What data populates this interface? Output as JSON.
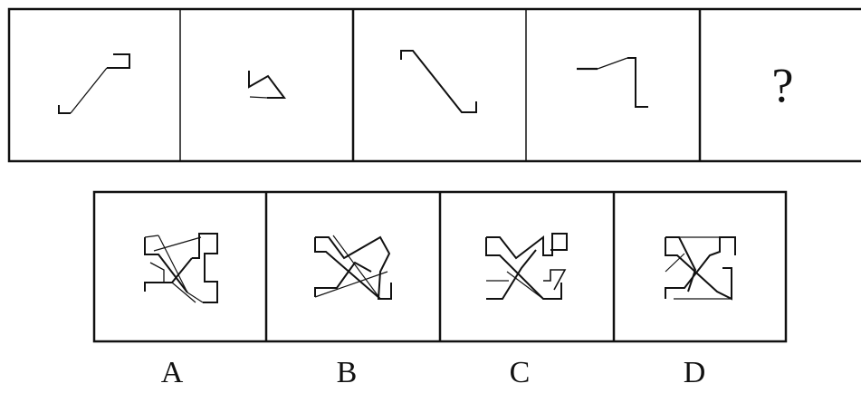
{
  "question_row": {
    "panels": [
      "figure-1",
      "figure-2",
      "figure-3",
      "figure-4"
    ],
    "unknown_symbol": "?"
  },
  "options": [
    {
      "label": "A"
    },
    {
      "label": "B"
    },
    {
      "label": "C"
    },
    {
      "label": "D"
    }
  ],
  "line_color": "#111111",
  "thin_line_color": "#333333"
}
